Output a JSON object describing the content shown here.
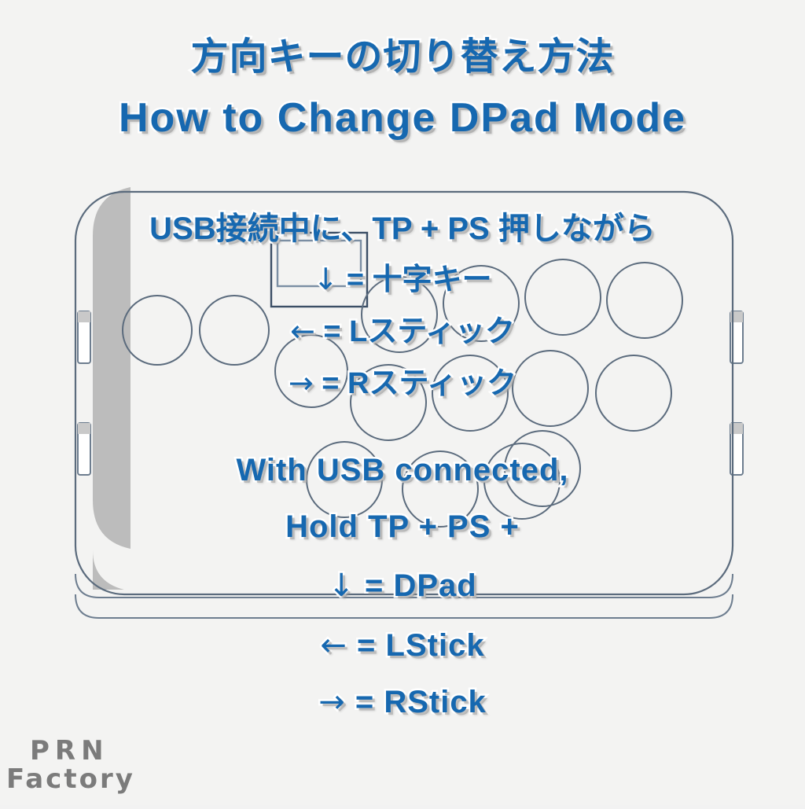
{
  "background_color": "#f3f3f2",
  "accent_color": "#1668b0",
  "outline_color": "#ffffff",
  "shadow_color": "#969696",
  "device_stroke_color": "#4a5a6e",
  "device_shadow_color": "#b9b9b9",
  "headings": {
    "title_jp": "方向キーの切り替え方法",
    "title_en": "How to Change DPad Mode"
  },
  "japanese_section": {
    "instruction": "USB接続中に、TP + PS 押しながら",
    "mappings": [
      {
        "arrow": "↓",
        "equals": "=",
        "label": "十字キー"
      },
      {
        "arrow": "←",
        "equals": "=",
        "label": "Lスティック"
      },
      {
        "arrow": "→",
        "equals": "=",
        "label": "Rスティック"
      }
    ]
  },
  "english_section": {
    "instruction_line_1": "With USB connected,",
    "instruction_line_2": "Hold TP + PS +",
    "mappings": [
      {
        "arrow": "↓",
        "equals": "=",
        "label": "DPad"
      },
      {
        "arrow": "←",
        "equals": "=",
        "label": "LStick"
      },
      {
        "arrow": "→",
        "equals": "=",
        "label": "RStick"
      }
    ]
  },
  "brand": {
    "line_1": "PRN",
    "line_2": "Factory"
  },
  "device": {
    "type": "arcade-fight-stick",
    "button_count": 16,
    "side_port_count": 4
  }
}
